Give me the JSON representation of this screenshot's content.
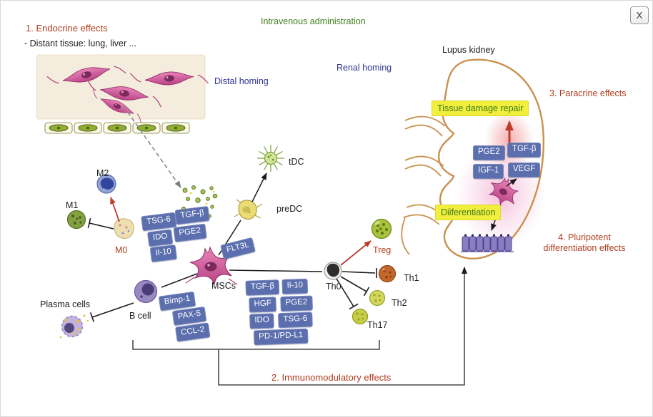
{
  "window": {
    "close": "X"
  },
  "labels": {
    "endocrine_title": "1. Endocrine effects",
    "endocrine_sub": "- Distant tissue: lung, liver ...",
    "intravenous": "Intravenous administration",
    "distal_homing": "Distal homing",
    "renal_homing": "Renal homing",
    "lupus_kidney": "Lupus kidney",
    "paracrine": "3. Paracrine effects",
    "pluripotent_line1": "4. Pluripotent",
    "pluripotent_line2": "differentiation effects",
    "immunomodulatory": "2. Immunomodulatory effects"
  },
  "kidney": {
    "tissue_repair": "Tissue damage repair",
    "differentiation": "Diiferentiation",
    "factors": [
      "PGE2",
      "TGF-β",
      "IGF-1",
      "VEGF"
    ]
  },
  "cells": {
    "m2": "M2",
    "m1": "M1",
    "m0": "M0",
    "tdc": "tDC",
    "predc": "preDC",
    "mscs": "MSCs",
    "plasma_cells": "Plasma cells",
    "b_cell": "B cell",
    "th0": "Th0",
    "treg": "Treg",
    "th1": "Th1",
    "th2": "Th2",
    "th17": "Th17"
  },
  "factors": {
    "macrophage": [
      "TSG-6",
      "TGF-β",
      "IDO",
      "PGE2",
      "Il-10"
    ],
    "dc": "FLT3L",
    "b_cell": [
      "Bimp-1",
      "PAX-5",
      "CCL-2"
    ],
    "t_cell": [
      "TGF-β",
      "Il-10",
      "HGF",
      "PGE2",
      "IDO",
      "TSG-6",
      "PD-1/PD-L1"
    ]
  },
  "colors": {
    "red_label": "#b13c1d",
    "green_label": "#3f7d1c",
    "blue_label": "#2f3590",
    "factor_box": "#5b6ead",
    "highlight_yellow": "#f1ee3c",
    "kidney_outline": "#c9914f"
  }
}
